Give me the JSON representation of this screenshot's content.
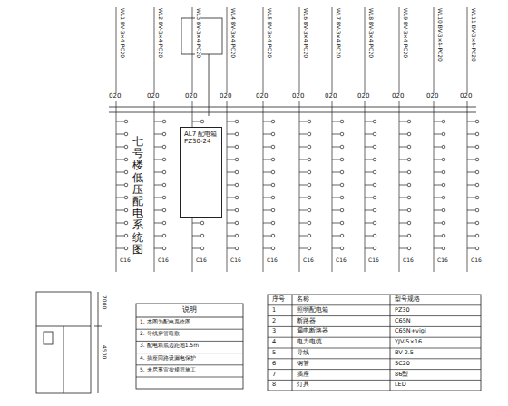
{
  "diagram": {
    "title": "七号楼低压配电系统图",
    "nodes": [
      {
        "text": [
          "AL7 配电箱",
          "PZ30-24"
        ]
      }
    ],
    "labels": [
      "WL1 BV-3×4-PC20",
      "WL2 BV-3×4-PC20",
      "WL3 BV-3×4-PC20",
      "WL4 BV-3×4-PC20",
      "WL5 BV-3×4-PC20",
      "WL6 BV-3×4-PC20",
      "WL7 BV-3×4-PC20",
      "WL8 BV-3×4-PC20",
      "WL9 BV-3×4-PC20",
      "WL10 BV-3×4-PC20",
      "WL11 BV-3×4-PC20",
      "020",
      "020",
      "020",
      "020",
      "020",
      "020",
      "020",
      "020",
      "020",
      "020",
      "020",
      "C16",
      "C16",
      "C16",
      "C16",
      "C16",
      "C16",
      "C16",
      "C16",
      "C16",
      "C16",
      "C16",
      "说明",
      "1. 本图为配电系统图",
      "2. 导线穿管暗敷",
      "3. 配电箱底边距地1.5m",
      "4. 插座回路设漏电保护",
      "5. 未尽事宜按规范施工",
      "序号",
      "名称",
      "型号规格",
      "1",
      "照明配电箱",
      "PZ30",
      "2",
      "断路器",
      "C65N",
      "3",
      "漏电断路器",
      "C65N+vigi",
      "4",
      "电力电缆",
      "YJV-5×16",
      "5",
      "导线",
      "BV-2.5",
      "6",
      "钢管",
      "SC20",
      "7",
      "插座",
      "86型",
      "8",
      "灯具",
      "LED",
      "7000",
      "4500"
    ]
  }
}
